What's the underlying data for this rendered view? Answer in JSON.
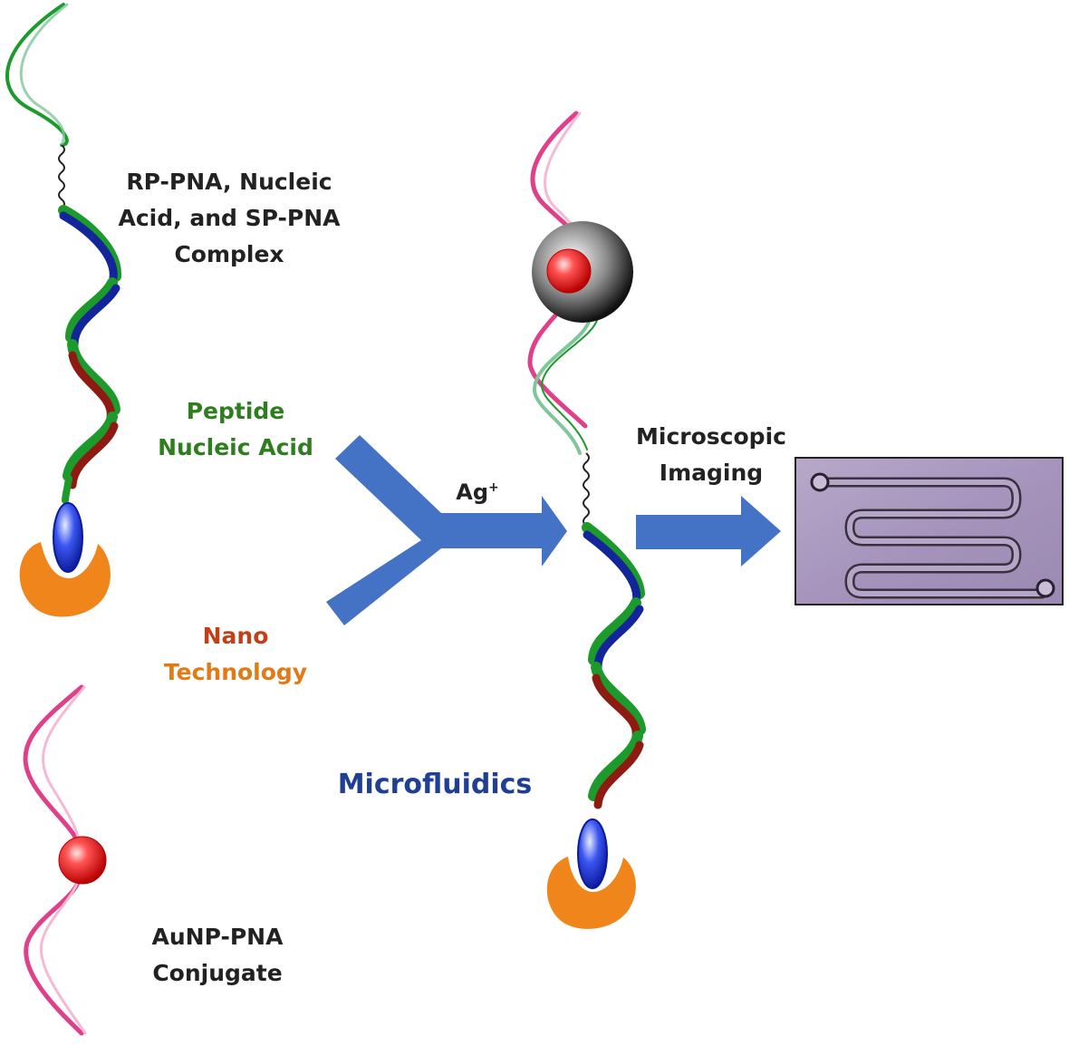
{
  "colors": {
    "green_strand": "#1d9a2c",
    "blue_strand": "#14249a",
    "red_strand": "#8e1a12",
    "pink_strand": "#e0408a",
    "arrow_blue": "#4472c4",
    "antibody_orange": "#f0861b",
    "label_green": "#2e7d1f",
    "label_orange_red": "#c0401a",
    "label_orange": "#e07b18",
    "label_blue": "#1f3f95",
    "label_dark": "#222222"
  },
  "labels": {
    "complex": [
      "RP-PNA, Nucleic",
      "Acid, and SP-PNA",
      "Complex"
    ],
    "pna": [
      "Peptide",
      "Nucleic Acid"
    ],
    "nano": [
      "Nano",
      "Technology"
    ],
    "microfluidics": "Microfluidics",
    "conjugate": [
      "AuNP-PNA",
      "Conjugate"
    ],
    "ag": "Ag",
    "ag_sup": "+",
    "imaging": [
      "Microscopic",
      "Imaging"
    ]
  }
}
